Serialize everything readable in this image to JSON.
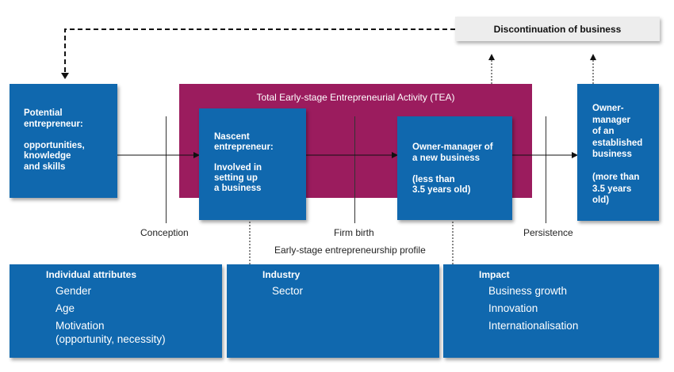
{
  "tea": {
    "title": "Total Early-stage Entrepreneurial Activity (TEA)"
  },
  "discontinuation": {
    "label": "Discontinuation of business"
  },
  "stages": {
    "potential": "Potential\nentrepreneur:\n\nopportunities,\nknowledge\nand skills",
    "nascent": "Nascent\nentrepreneur:\n\nInvolved in\nsetting up\na business",
    "new_business": "Owner-manager of\na new business\n\n(less than\n3.5 years old)",
    "established": "Owner-\nmanager\nof an\nestablished\nbusiness\n\n(more than\n3.5 years\nold)"
  },
  "milestones": {
    "conception": "Conception",
    "firm_birth": "Firm birth",
    "persistence": "Persistence"
  },
  "profile_label": "Early-stage entrepreneurship profile",
  "panels": {
    "individual": {
      "heading": "Individual attributes",
      "items": [
        "Gender",
        "Age",
        "Motivation\n(opportunity, necessity)"
      ]
    },
    "industry": {
      "heading": "Industry",
      "items": [
        "Sector"
      ]
    },
    "impact": {
      "heading": "Impact",
      "items": [
        "Business growth",
        "Innovation",
        "Internationalisation"
      ]
    }
  },
  "colors": {
    "box_blue": "#1068ae",
    "tea_magenta": "#9b1c5e",
    "discontinuation_gray": "#ededed"
  }
}
